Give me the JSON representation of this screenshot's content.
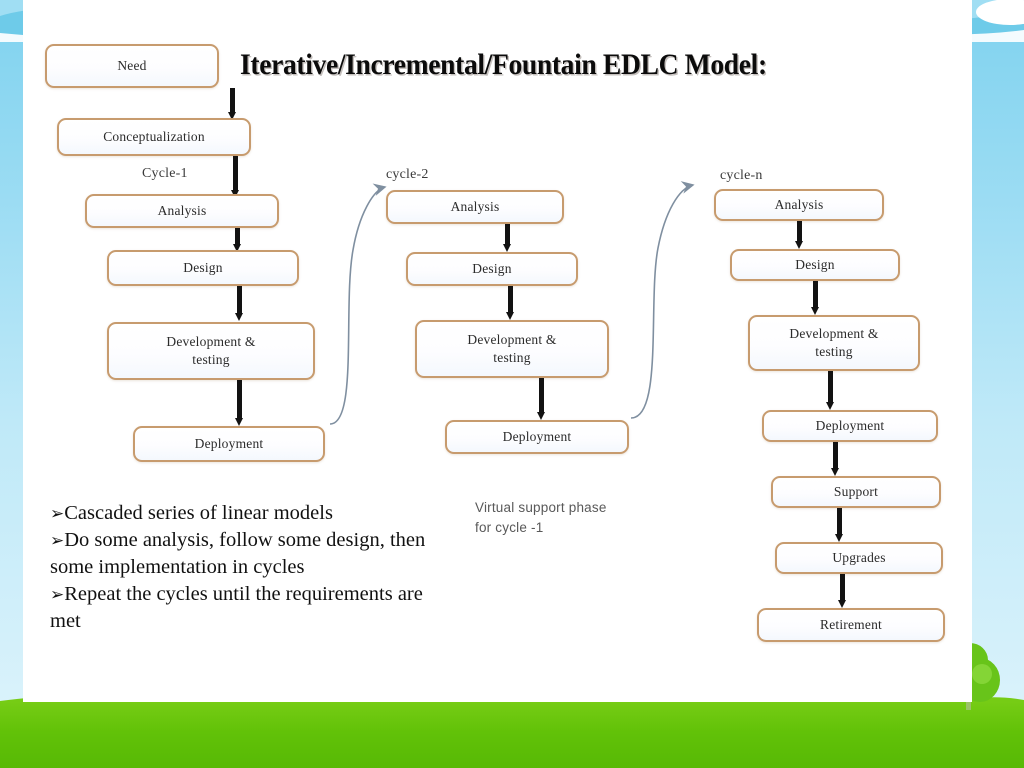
{
  "slide": {
    "title": "Iterative/Incremental/Fountain EDLC Model:",
    "theme": {
      "sky_color": "#9bdcf3",
      "grass_color": "#62c208",
      "panel_color": "#ffffff",
      "node_border_color": "#c79b6e",
      "arrow_color": "#121212",
      "curve_color": "#7f8fa0"
    }
  },
  "diagram": {
    "preamble": [
      {
        "label": "Need"
      },
      {
        "label": "Conceptualization"
      }
    ],
    "columns": [
      {
        "cycle_label": "Cycle-1",
        "steps": [
          "Analysis",
          "Design",
          "Development & testing",
          "Deployment"
        ]
      },
      {
        "cycle_label": "cycle-2",
        "steps": [
          "Analysis",
          "Design",
          "Development & testing",
          "Deployment"
        ]
      },
      {
        "cycle_label": "cycle-n",
        "steps": [
          "Analysis",
          "Design",
          "Development & testing",
          "Deployment",
          "Support",
          "Upgrades",
          "Retirement"
        ]
      }
    ],
    "node_labels": {
      "need": "Need",
      "conceptualization": "Conceptualization",
      "analysis": "Analysis",
      "design": "Design",
      "devtest_line1": "Development &",
      "devtest_line2": "testing",
      "deployment": "Deployment",
      "support": "Support",
      "upgrades": "Upgrades",
      "retirement": "Retirement"
    },
    "side_note": "Virtual support phase\nfor cycle -1"
  },
  "bullets": [
    {
      "marker": "➢",
      "text": "Cascaded series of linear models"
    },
    {
      "marker": "➢",
      "text": "Do some analysis, follow some design, then some implementation in cycles"
    },
    {
      "marker": "➢",
      "text": "Repeat the cycles until the requirements are met"
    }
  ]
}
